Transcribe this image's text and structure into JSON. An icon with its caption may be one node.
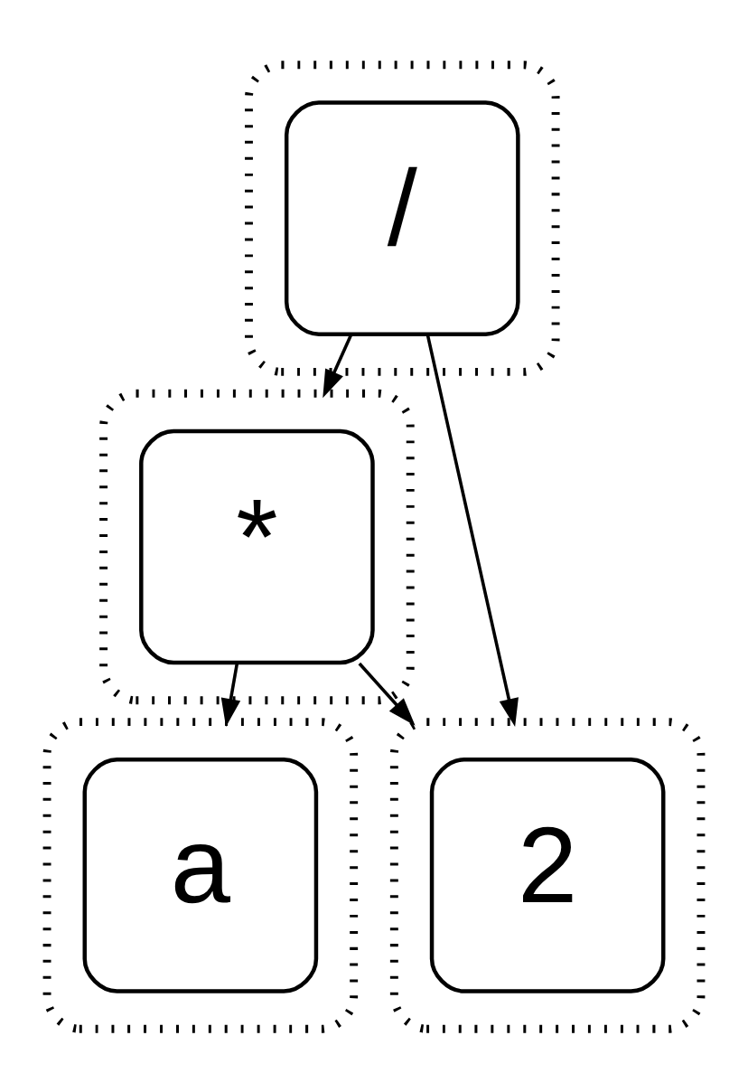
{
  "diagram": {
    "nodes": [
      {
        "text": [],
        "shape": "box"
      },
      {
        "text": [
          "/"
        ],
        "in": 0
      },
      {
        "text": [],
        "shape": "box"
      },
      {
        "text": [
          "*"
        ],
        "in": 2
      },
      {
        "text": [],
        "shape": "box"
      },
      {
        "text": [
          "a"
        ],
        "in": 4
      },
      {
        "text": [],
        "shape": "box"
      },
      {
        "text": [
          "2"
        ],
        "in": 6
      }
    ],
    "edges": [
      {
        "from": 1,
        "to": 2,
        "arrow": "to"
      },
      {
        "from": 1,
        "to": 6,
        "arrow": "to"
      },
      {
        "from": 3,
        "to": 4,
        "arrow": "to"
      },
      {
        "from": 3,
        "to": 6,
        "arrow": "to"
      }
    ]
  }
}
